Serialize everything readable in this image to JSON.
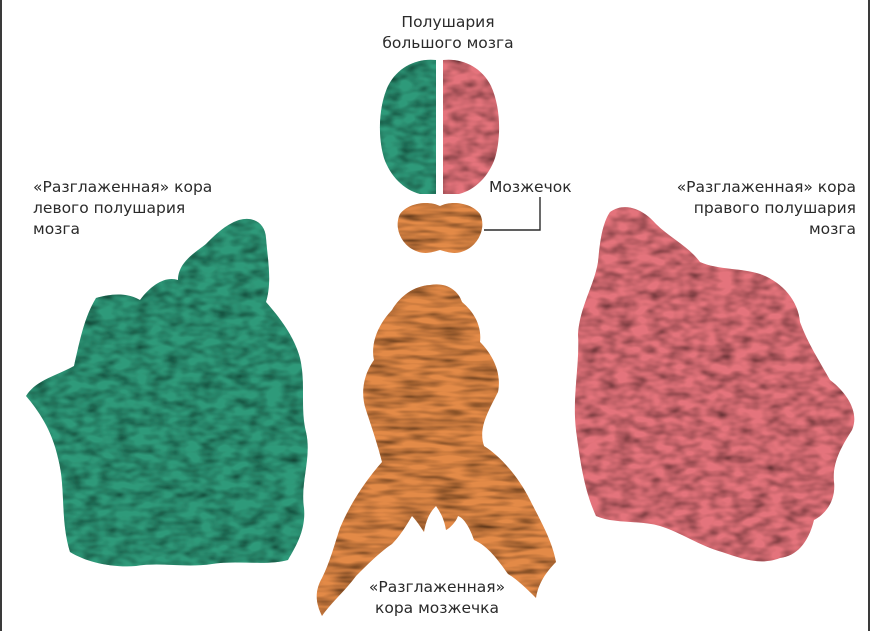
{
  "labels": {
    "hemispheres": [
      "Полушария",
      "большого мозга"
    ],
    "cerebellum": "Мозжечок",
    "left_cortex": [
      "«Разглаженная» кора",
      "левого полушария",
      "мозга"
    ],
    "right_cortex": [
      "«Разглаженная» кора",
      "правого полушария",
      "мозга"
    ],
    "cerebellum_cortex": [
      "«Разглаженная»",
      "кора мозжечка"
    ]
  },
  "colors": {
    "left_hemisphere": "#2f9a7a",
    "right_hemisphere": "#e4737b",
    "cerebellum": "#e38a47",
    "leader_line": "#2a2a2a"
  }
}
